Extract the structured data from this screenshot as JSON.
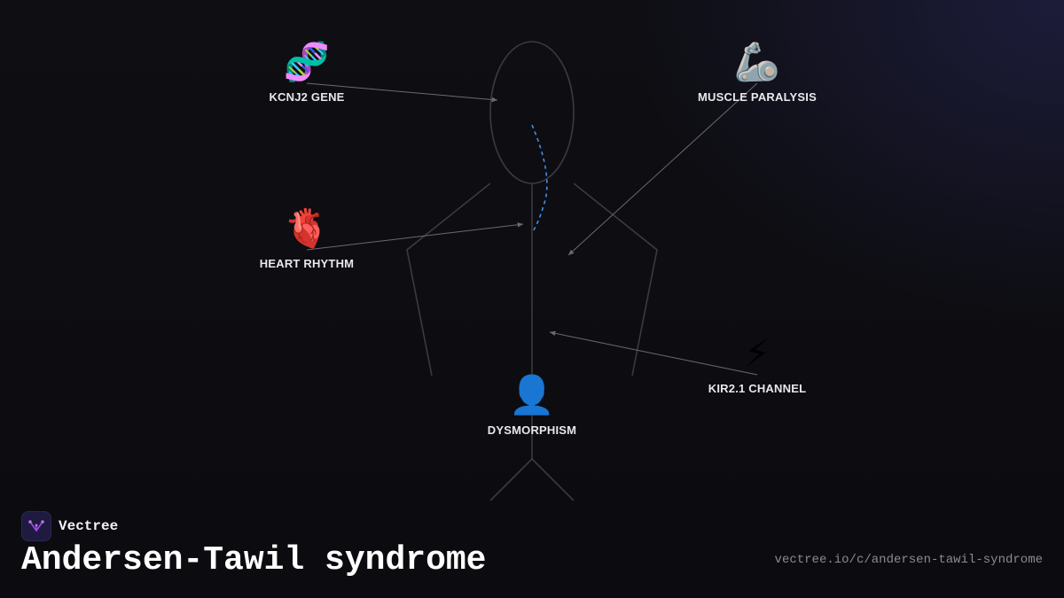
{
  "brand": {
    "name": "Vectree",
    "logo_icon": "vectree-logo-icon"
  },
  "title": "Andersen-Tawil syndrome",
  "url": "vectree.io/c/andersen-tawil-syndrome",
  "colors": {
    "background": "#0d0d11",
    "body_outline": "#3a3a40",
    "connector": "#6a6a72",
    "signal_path": "#3f8fe8",
    "label": "#e8e8ec",
    "logo_bg": "#1e1a40",
    "logo_mark": "#a04ee0"
  },
  "nodes": [
    {
      "id": "kcnj2-gene",
      "emoji": "🧬",
      "icon": "dna-icon",
      "label": "KCNJ2 GENE"
    },
    {
      "id": "muscle-paralysis",
      "emoji": "🦾",
      "icon": "mechanical-arm-icon",
      "label": "MUSCLE PARALYSIS"
    },
    {
      "id": "heart-rhythm",
      "emoji": "🫀",
      "icon": "anatomical-heart-icon",
      "label": "HEART RHYTHM"
    },
    {
      "id": "kir21-channel",
      "emoji": "⚡",
      "icon": "lightning-icon",
      "label": "KIR2.1 CHANNEL"
    },
    {
      "id": "dysmorphism",
      "emoji": "👤",
      "icon": "person-silhouette-icon",
      "label": "DYSMORPHISM"
    }
  ]
}
